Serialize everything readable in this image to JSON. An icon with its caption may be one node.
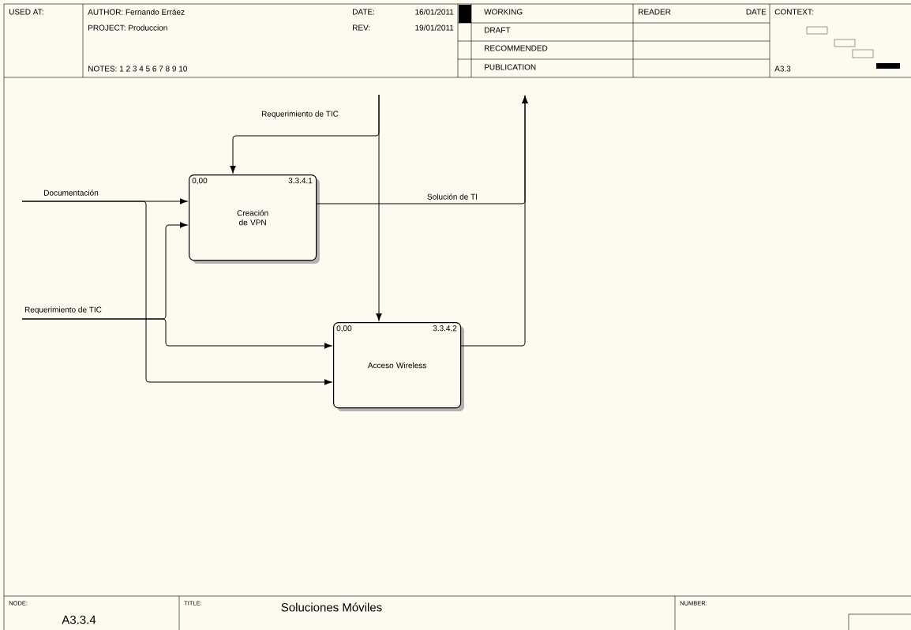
{
  "diagram": {
    "title": "Soluciones Móviles",
    "nodes": [
      {
        "text": [
          "Creación de VPN",
          "0,00",
          "3.3.4.1"
        ]
      },
      {
        "text": [
          "Acceso Wireless",
          "0,00",
          "3.3.4.2"
        ]
      }
    ],
    "edges": [
      {
        "from": null,
        "to": 0,
        "arrow": "to",
        "label": "Documentación"
      },
      {
        "from": null,
        "to": 1,
        "arrow": "to"
      },
      {
        "from": null,
        "to": 0,
        "arrow": "to",
        "label": "Requerimiento de TIC"
      },
      {
        "from": null,
        "to": 1,
        "arrow": "to"
      },
      {
        "from": null,
        "to": 0,
        "arrow": "to",
        "label": "Requerimiento de TIC"
      },
      {
        "from": null,
        "to": 1,
        "arrow": "to"
      },
      {
        "from": 0,
        "to": null,
        "arrow": "to",
        "label": "Solución de TI"
      },
      {
        "from": 1,
        "to": null,
        "arrow": "to"
      }
    ],
    "labels": [
      "USED AT:",
      "AUTHOR:  Fernando Erráez",
      "DATE:",
      "16/01/2011",
      "WORKING",
      "READER",
      "DATE",
      "CONTEXT:",
      "PROJECT:  Produccion",
      "REV:",
      "19/01/2011",
      "DRAFT",
      "RECOMMENDED",
      "NOTES:  1  2  3  4  5  6  7  8  9  10",
      "PUBLICATION",
      "A3.3",
      "NODE:",
      "A3.3.4",
      "TITLE:",
      "NUMBER:"
    ]
  }
}
